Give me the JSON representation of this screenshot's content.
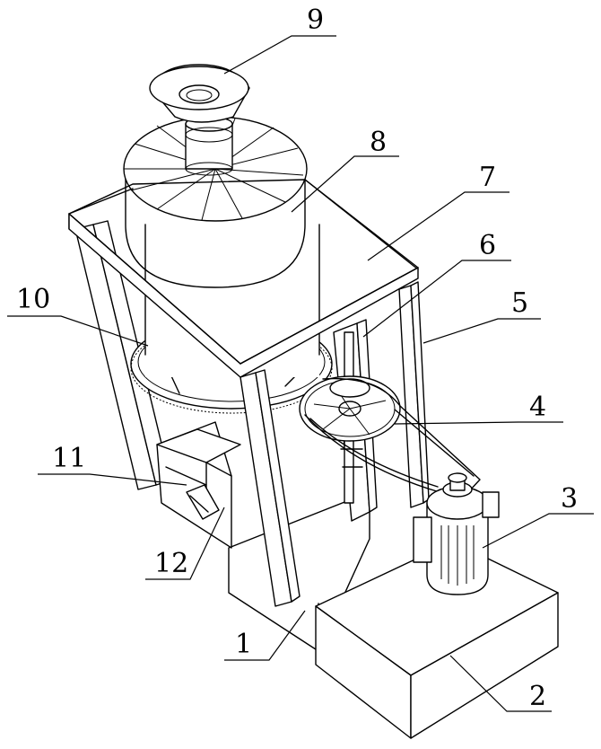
{
  "labels": {
    "n1": "1",
    "n2": "2",
    "n3": "3",
    "n4": "4",
    "n5": "5",
    "n6": "6",
    "n7": "7",
    "n8": "8",
    "n9": "9",
    "n10": "10",
    "n11": "11",
    "n12": "12"
  }
}
